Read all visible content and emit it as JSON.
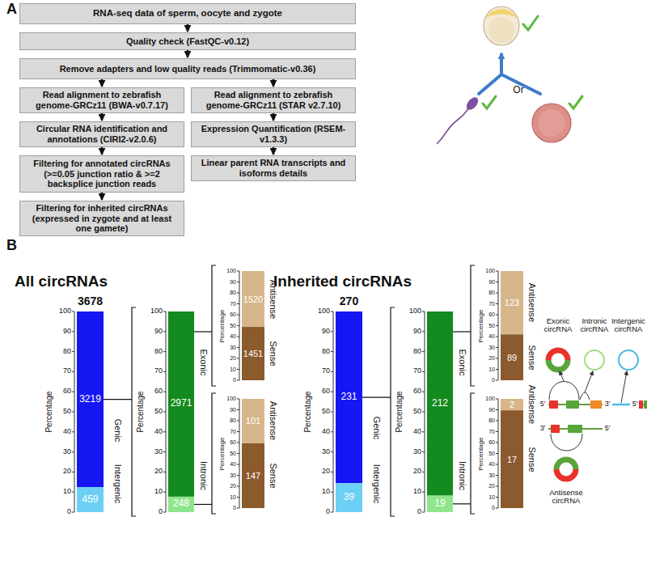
{
  "diagram": {
    "nodes": [
      {
        "text": [
          "RNA-seq data of sperm, oocyte and zygote"
        ]
      },
      {
        "text": [
          "Quality check (FastQC-v0.12)"
        ]
      },
      {
        "text": [
          "Remove adapters and low quality reads (Trimmomatic-v0.36)"
        ]
      },
      {
        "text": [
          "Read alignment to zebrafish genome-GRCz11 (BWA-v0.7.17)"
        ]
      },
      {
        "text": [
          "Circular RNA identification and annotations (CIRI2-v2.0.6)"
        ]
      },
      {
        "text": [
          "Filtering for annotated circRNAs (>=0.05 junction ratio & >=2 backsplice junction reads"
        ]
      },
      {
        "text": [
          "Filtering for inherited circRNAs (expressed in zygote and at least one gamete)"
        ]
      },
      {
        "text": [
          "Read alignment to zebrafish genome-GRCz11 (STAR v2.7.10)"
        ]
      },
      {
        "text": [
          "Expression Quantification (RSEM-v1.3.3)"
        ]
      },
      {
        "text": [
          "Linear parent RNA transcripts and isoforms details"
        ]
      }
    ],
    "edges": [
      {
        "from": 0,
        "to": 1,
        "arrow": "to"
      },
      {
        "from": 1,
        "to": 2,
        "arrow": "to"
      },
      {
        "from": 2,
        "to": 3,
        "arrow": "to"
      },
      {
        "from": 2,
        "to": 7,
        "arrow": "to"
      },
      {
        "from": 3,
        "to": 4,
        "arrow": "to"
      },
      {
        "from": 4,
        "to": 5,
        "arrow": "to"
      },
      {
        "from": 5,
        "to": 6,
        "arrow": "to"
      },
      {
        "from": 7,
        "to": 8,
        "arrow": "to"
      },
      {
        "from": 8,
        "to": 9,
        "arrow": "to"
      }
    ],
    "labels": [
      "A",
      "Or",
      "B",
      "All circRNAs",
      "3678",
      "3219",
      "459",
      "Genic",
      "Intergenic",
      "2971",
      "248",
      "Exonic",
      "Intronic",
      "1520",
      "1451",
      "Antisense",
      "Sense",
      "101",
      "147",
      "Antisense",
      "Sense",
      "Inherited circRNAs",
      "270",
      "231",
      "39",
      "Genic",
      "Intergenic",
      "212",
      "19",
      "Exonic",
      "Intronic",
      "123",
      "89",
      "Antisense",
      "Sense",
      "2",
      "17",
      "Antisense",
      "Sense",
      "Exonic circRNA",
      "Intronic circRNA",
      "Intergenic circRNA",
      "Antisense circRNA",
      "5'",
      "3'",
      "5'",
      "3'",
      "5'",
      "Percentage",
      "0",
      "10",
      "20",
      "30",
      "40",
      "50",
      "60",
      "70",
      "80",
      "90",
      "100",
      "Percentage",
      "0",
      "10",
      "20",
      "30",
      "40",
      "50",
      "60",
      "70",
      "80",
      "90",
      "100",
      "Percentage",
      "0",
      "10",
      "20",
      "30",
      "40",
      "50",
      "60",
      "70",
      "80",
      "90",
      "100",
      "Percentage",
      "0",
      "10",
      "20",
      "30",
      "40",
      "50",
      "60",
      "70",
      "80",
      "90",
      "100",
      "Percentage",
      "0",
      "10",
      "20",
      "30",
      "40",
      "50",
      "60",
      "70",
      "80",
      "90",
      "100",
      "Percentage",
      "0",
      "10",
      "20",
      "30",
      "40",
      "50",
      "60",
      "70",
      "80",
      "90",
      "100",
      "Percentage",
      "0",
      "10",
      "20",
      "30",
      "40",
      "50",
      "60",
      "70",
      "80",
      "90",
      "100",
      "Percentage",
      "0",
      "10",
      "20",
      "30",
      "40",
      "50",
      "60",
      "70",
      "80",
      "90",
      "100"
    ]
  }
}
